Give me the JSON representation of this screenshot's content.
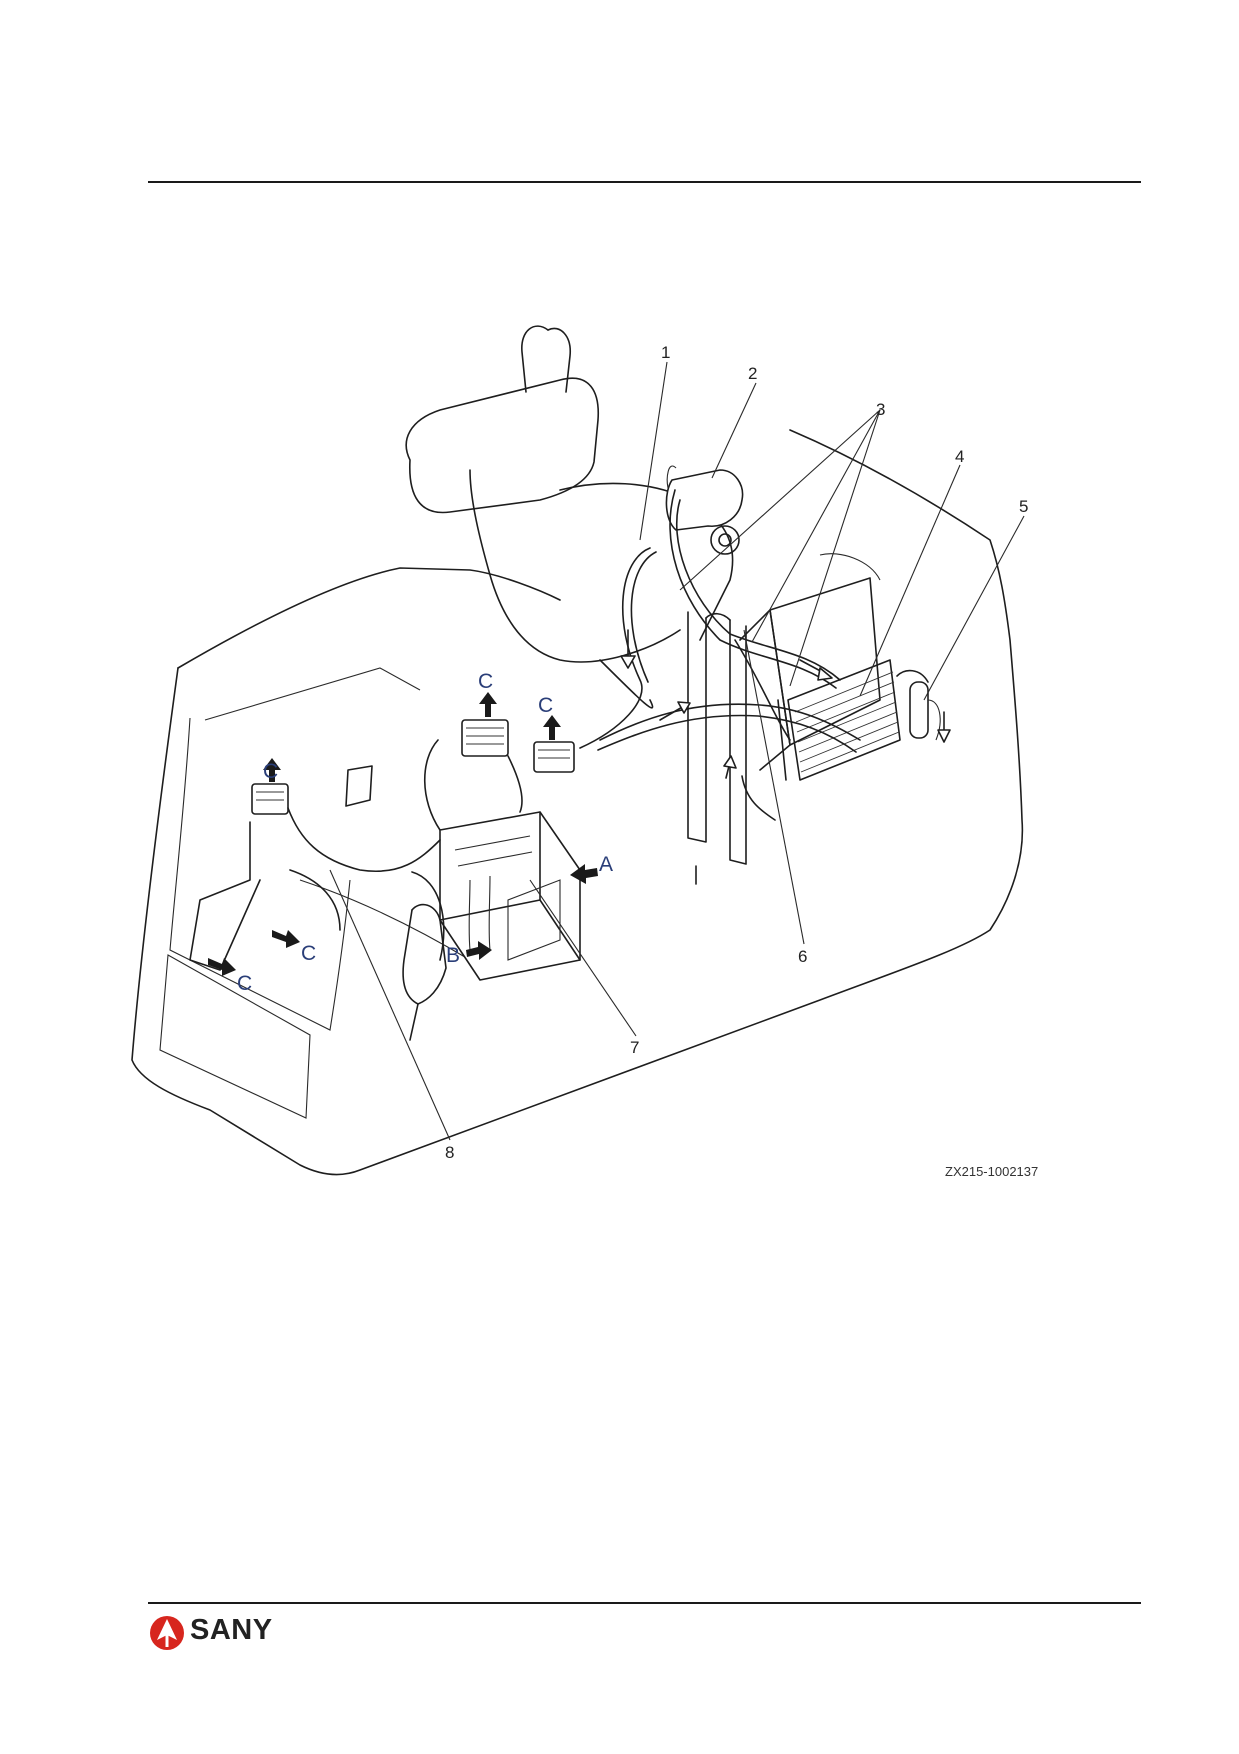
{
  "diagram": {
    "callouts": [
      "1",
      "2",
      "3",
      "4",
      "5",
      "6",
      "7",
      "8"
    ],
    "flow_labels": {
      "a": "A",
      "b": "B",
      "c": "C"
    },
    "figure_code": "ZX215-1002137"
  },
  "footer": {
    "brand": "SANY",
    "brand_color": "#d7261e"
  }
}
